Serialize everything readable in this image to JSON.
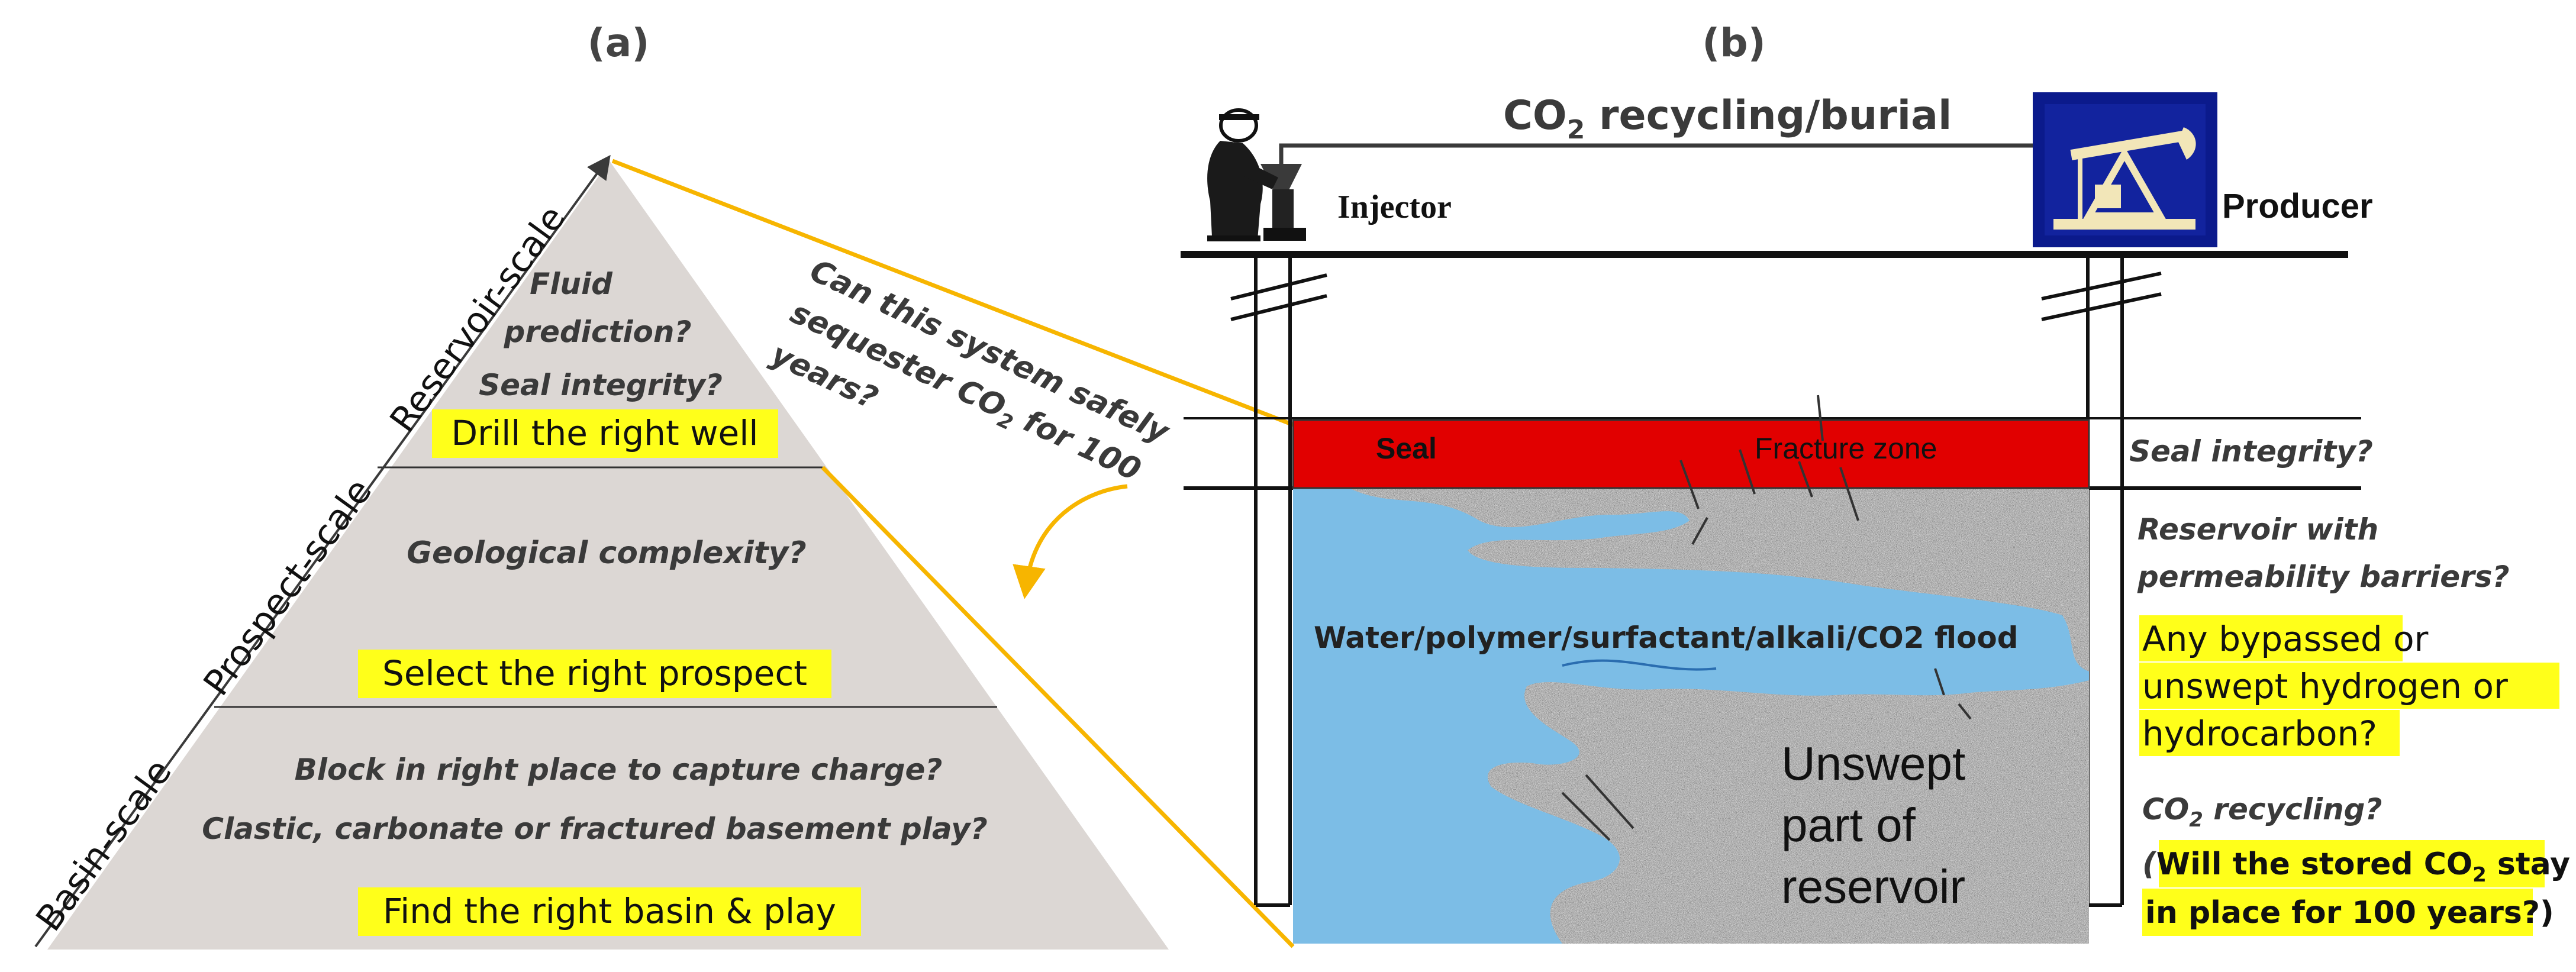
{
  "panel_a": {
    "label": "(a)",
    "axis_labels": {
      "reservoir": "Reservoir-scale",
      "prospect": "Prospect-scale",
      "basin": "Basin-scale"
    },
    "top": {
      "q1": "Fluid",
      "q2": "prediction?",
      "q3": "Seal integrity?",
      "action": "Drill the right well"
    },
    "middle": {
      "question": "Geological complexity?",
      "action": "Select the right prospect"
    },
    "bottom": {
      "q1": "Block in right place to capture charge?",
      "q2": "Clastic, carbonate or fractured basement play?",
      "action": "Find the right basin & play"
    },
    "callout": {
      "l1": "Can this system safely",
      "l2": "sequester CO",
      "l2_sub": "2",
      "l2_end": " for 100",
      "l3": "years?"
    }
  },
  "panel_b": {
    "label": "(b)",
    "recycling_title": "CO",
    "recycling_sub": "2",
    "recycling_rest": " recycling/burial",
    "injector": "Injector",
    "producer": "Producer",
    "seal": "Seal",
    "fracture_zone": "Fracture zone",
    "flood": "Water/polymer/surfactant/alkali/CO2 flood",
    "unswept": {
      "l1": "Unswept",
      "l2": "part of",
      "l3": "reservoir"
    },
    "right_notes": {
      "seal_integrity": "Seal integrity?",
      "reservoir_l1": "Reservoir with",
      "reservoir_l2": "permeability barriers?",
      "bypassed_l1": "Any bypassed or",
      "bypassed_l2": "unswept hydrogen or",
      "bypassed_l3": "hydrocarbon?",
      "recycling_q": "CO",
      "recycling_q_sub": "2",
      "recycling_q_rest": " recycling?",
      "stored_l1_open": "(",
      "stored_l1": "Will the stored CO",
      "stored_l1_sub": "2",
      "stored_l1_end": " stay",
      "stored_l2": "in place for 100 years?)"
    }
  },
  "colors": {
    "pyramid": "#dcd7d4",
    "highlight": "#ffff1a",
    "connector": "#f7b500",
    "seal": "#e10000",
    "flood": "#7cbde6",
    "rock": "#c8c8c8",
    "producer_bg": "#0b1a8c",
    "text_dark": "#3a3a3a"
  },
  "icons": {
    "injector": "worker-valve-icon",
    "producer": "pumpjack-icon"
  }
}
